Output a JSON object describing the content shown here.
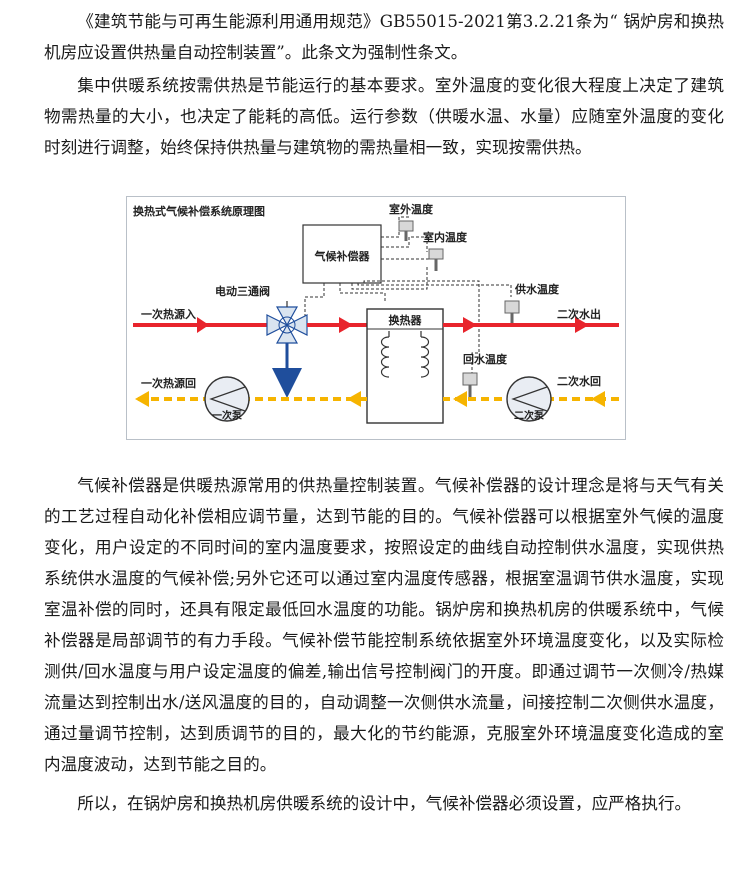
{
  "document": {
    "paragraphs": [
      "《建筑节能与可再生能源利用通用规范》GB55015-2021第3.2.21条为“ 锅炉房和换热机房应设置供热量自动控制装置”。此条文为强制性条文。",
      "集中供暖系统按需供热是节能运行的基本要求。室外温度的变化很大程度上决定了建筑物需热量的大小，也决定了能耗的高低。运行参数（供暖水温、水量）应随室外温度的变化时刻进行调整，始终保持供热量与建筑物的需热量相一致，实现按需供热。",
      "气候补偿器是供暖热源常用的供热量控制装置。气候补偿器的设计理念是将与天气有关的工艺过程自动化补偿相应调节量，达到节能的目的。气候补偿器可以根据室外气候的温度变化，用户设定的不同时间的室内温度要求，按照设定的曲线自动控制供水温度，实现供热系统供水温度的气候补偿;另外它还可以通过室内温度传感器，根据室温调节供水温度，实现室温补偿的同时，还具有限定最低回水温度的功能。锅炉房和换热机房的供暖系统中，气候补偿器是局部调节的有力手段。气候补偿节能控制系统依据室外环境温度变化，以及实际检测供/回水温度与用户设定温度的偏差,输出信号控制阀门的开度。即通过调节一次侧冷/热媒流量达到控制出水/送风温度的目的，自动调整一次侧供水流量，间接控制二次侧供水温度，通过量调节控制，达到质调节的目的，最大化的节约能源，克服室外环境温度变化造成的室内温度波动，达到节能之目的。",
      "所以，在锅炉房和换热机房供暖系统的设计中，气候补偿器必须设置，应严格执行。"
    ]
  },
  "diagram": {
    "title": "换热式气候补偿系统原理图",
    "labels": {
      "outdoor_temp": "室外温度",
      "indoor_temp": "室内温度",
      "compensator": "气候补偿器",
      "supply_temp": "供水温度",
      "return_temp": "回水温度",
      "valve": "电动三通阀",
      "exchanger": "换热器",
      "primary_in": "一次热源入",
      "primary_back": "一次热源回",
      "secondary_out": "二次水出",
      "secondary_back": "二次水回",
      "pump1": "一次泵",
      "pump2": "二次泵"
    },
    "colors": {
      "hot": "#e8242c",
      "cold": "#f6b400",
      "control_line": "#333333",
      "valve_arrow": "#1f4e9c",
      "pump_fill": "#e9edf3",
      "sensor": "#d8d8d8"
    }
  }
}
